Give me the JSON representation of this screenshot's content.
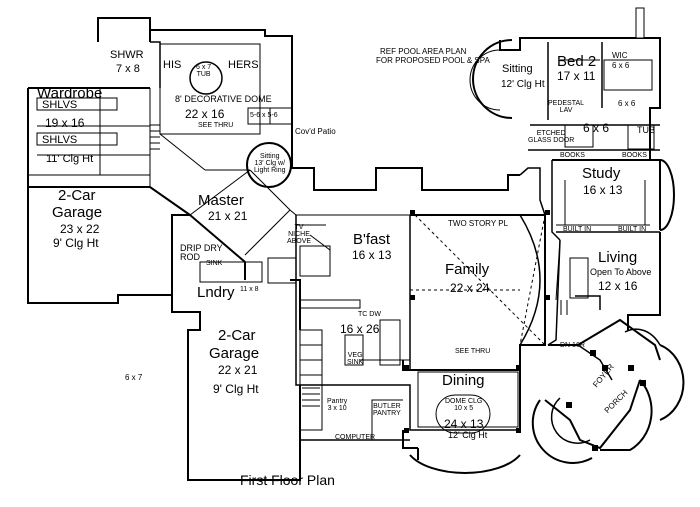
{
  "title": "First Floor Plan",
  "pool_note": {
    "line1": "REF POOL AREA PLAN",
    "line2": "FOR PROPOSED POOL & SPA"
  },
  "rooms": {
    "shwr": "SHWR",
    "shwr_dim": "7 x 8",
    "his": "HIS",
    "hers": "HERS",
    "tub": "6 x 7\nTUB",
    "decorative_dome": "8' DECORATIVE DOME",
    "bath_dim": "22 x 16",
    "wardrobe": "Wardrobe",
    "shlvs": "SHLVS",
    "wardrobe_dim": "19 x 16",
    "shlvs2": "SHLVS",
    "wardrobe_clg": "11' Clg Ht",
    "see_thru": "SEE THRU",
    "bath_small_dim": "5-6 x 5-6",
    "covd_patio": "Cov'd Patio",
    "sitting_master": "Sitting\n13' Clg w/\nLight Ring",
    "garage1": "2-Car",
    "garage1b": "Garage",
    "garage1_dim": "23 x 22",
    "garage1_clg": "9' Clg Ht",
    "master": "Master",
    "master_dim": "21 x 21",
    "tv_niche": "TV NICHE ABOVE",
    "bfast": "B'fast",
    "bfast_dim": "16 x 13",
    "two_story": "TWO STORY PL",
    "family": "Family",
    "family_dim": "22 x 24",
    "drip_dry": "DRIP DRY\nROD",
    "sink": "SINK",
    "laundry": "Lndry",
    "laundry_dim": "11 x 8",
    "kitchen_dim": "16 x 26",
    "island": "VEG\nSINK",
    "tc_dw": "TC DW",
    "garage2": "2-Car",
    "garage2b": "Garage",
    "garage2_dim": "22 x 21",
    "garage2_clg": "9' Clg Ht",
    "misc_dim": "6 x 7",
    "pantry": "Pantry\n3 x 10",
    "butler": "BUTLER\nPANTRY",
    "computer": "COMPUTER",
    "dining": "Dining",
    "dome_clg": "DOME CLG\n10 x 5",
    "dining_dim": "24 x 13",
    "dining_clg": "12' Clg Ht",
    "see_thru2": "SEE THRU",
    "sitting_bed": "Sitting",
    "sitting_bed_clg": "12' Clg Ht",
    "bed2": "Bed 2",
    "bed2_dim": "17 x 11",
    "wic": "WIC",
    "wic_dim": "6 x 6",
    "wic2_dim": "6 x 6",
    "pedestal": "PEDESTAL\nLAV",
    "etched": "ETCHED\nGLASS DOOR",
    "bath2_dim": "6 x 6",
    "tub2": "TUB",
    "books": "BOOKS",
    "study": "Study",
    "study_dim": "16 x 13",
    "built_in": "BUILT IN",
    "living": "Living",
    "living_note": "Open To Above",
    "living_dim": "12 x 16",
    "dn": "DN 16R",
    "foyer": "FOYER",
    "porch": "PORCH"
  }
}
